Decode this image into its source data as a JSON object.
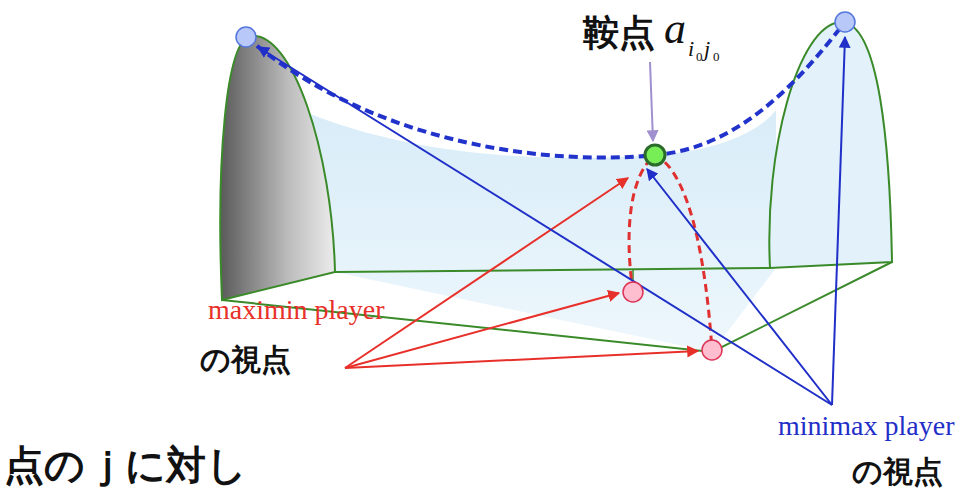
{
  "diagram": {
    "labels": [
      "鞍点",
      "a",
      "i",
      "0",
      "j",
      "0",
      "maximin player",
      "の視点",
      "minimax player",
      "の視点",
      "点のｊに対し"
    ]
  }
}
